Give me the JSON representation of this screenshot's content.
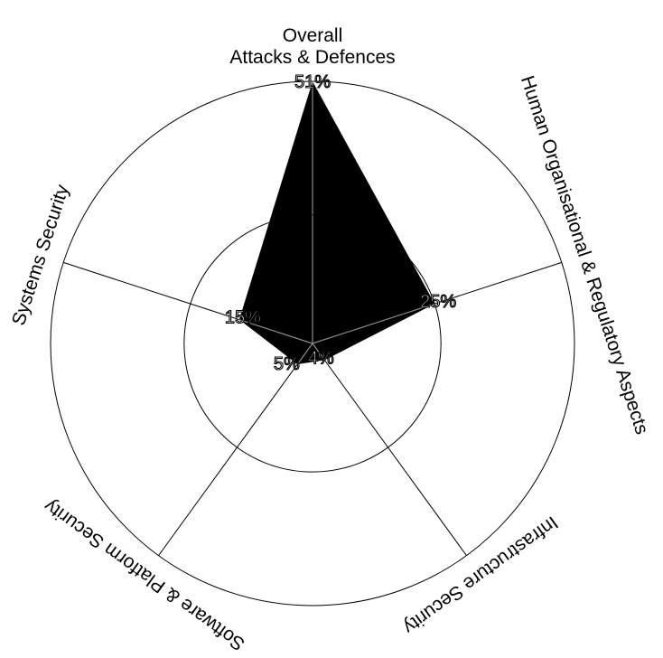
{
  "chart_data": {
    "type": "radar",
    "categories": [
      "Overall\nAttacks & Defences",
      "Human Organisational & Regulatory Aspects",
      "Infrastructure Security",
      "Software & Platform Security",
      "Systems Security"
    ],
    "values": [
      51,
      25,
      4,
      5,
      15
    ],
    "value_labels": [
      "51%",
      "25%",
      "4%",
      "5%",
      "15%"
    ],
    "r_max": 51,
    "reference_ring": 25,
    "colors": {
      "fill": "#000000",
      "line": "#000000",
      "background": "#ffffff"
    }
  }
}
